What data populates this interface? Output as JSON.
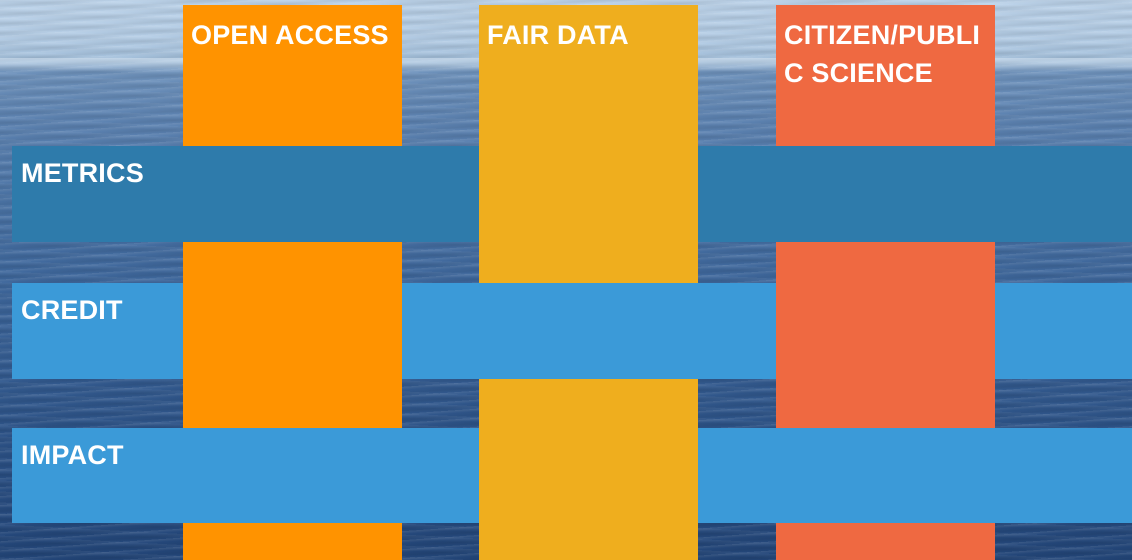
{
  "columns": [
    {
      "label": "OPEN ACCESS",
      "color": "#ff9300"
    },
    {
      "label": "FAIR DATA",
      "color": "#efae1e"
    },
    {
      "label": "CITIZEN/PUBLI\nC SCIENCE",
      "color": "#ef6941"
    }
  ],
  "rows": [
    {
      "label": "METRICS",
      "color": "#2e7bab"
    },
    {
      "label": "CREDIT",
      "color": "#3b9ad8"
    },
    {
      "label": "IMPACT",
      "color": "#3b9ad8"
    }
  ]
}
